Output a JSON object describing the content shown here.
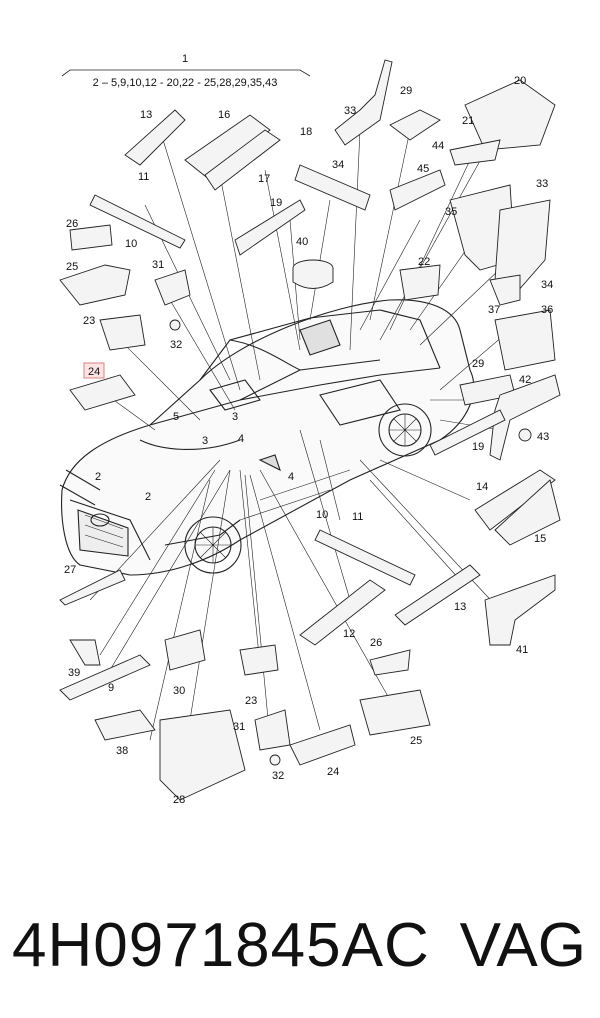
{
  "header": {
    "group_number": "1",
    "group_parts": "2 – 5,9,10,12 - 20,22 - 25,28,29,35,43"
  },
  "callouts": {
    "c1": "13",
    "c2": "16",
    "c3": "17",
    "c4": "18",
    "c5": "33",
    "c6": "29",
    "c7": "20",
    "c8": "34",
    "c9": "44",
    "c10": "45",
    "c11": "21",
    "c12": "11",
    "c13": "19",
    "c14": "35",
    "c15": "33",
    "c16": "26",
    "c17": "10",
    "c18": "40",
    "c19": "25",
    "c20": "31",
    "c21": "22",
    "c22": "34",
    "c23": "23",
    "c24": "32",
    "c25": "37",
    "c26": "36",
    "c27": "24",
    "c28": "5",
    "c29": "3",
    "c30": "3",
    "c31": "4",
    "c32": "29",
    "c33": "42",
    "c34": "2",
    "c35": "19",
    "c36": "43",
    "c37": "2",
    "c38": "4",
    "c39": "14",
    "c40": "10",
    "c41": "11",
    "c42": "15",
    "c43": "27",
    "c44": "13",
    "c45": "12",
    "c46": "41",
    "c47": "39",
    "c48": "26",
    "c49": "30",
    "c50": "9",
    "c51": "23",
    "c52": "38",
    "c53": "31",
    "c54": "25",
    "c55": "32",
    "c56": "24",
    "c57": "28"
  },
  "highlight_label": "24",
  "footer": {
    "part_number": "4H0971845AC",
    "brand": "VAG"
  }
}
